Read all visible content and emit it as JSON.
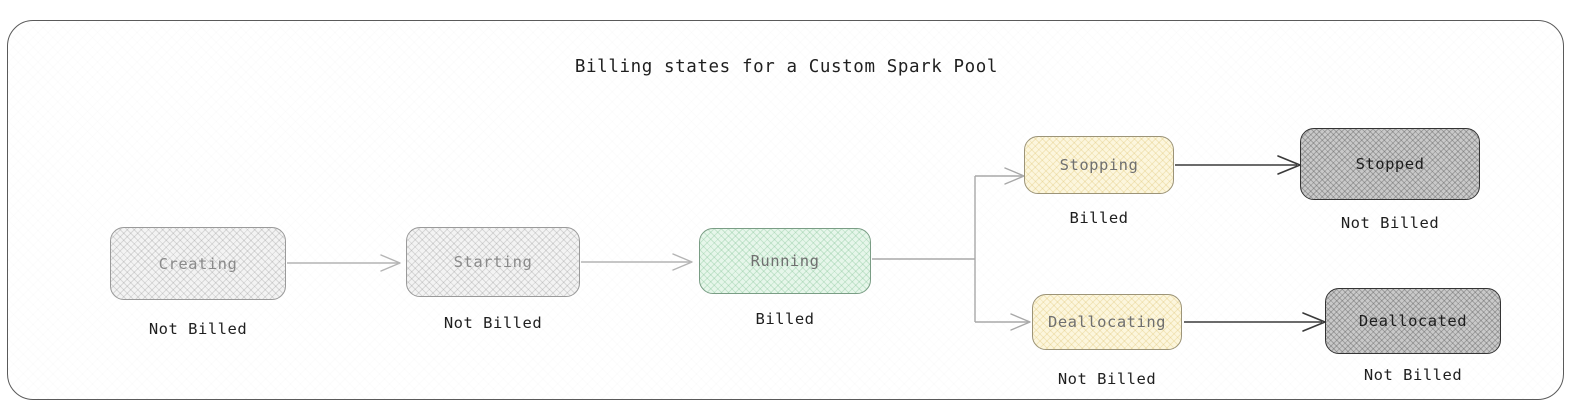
{
  "diagram": {
    "title": "Billing states for a Custom Spark Pool",
    "frame": {
      "border_color": "#5a5a5a",
      "background": "#ffffff"
    },
    "nodes": [
      {
        "id": "creating",
        "label": "Creating",
        "style": "grey",
        "caption": "Not Billed",
        "fill": "#f3f3f3",
        "border": "#9a9a9a",
        "text": "#8a8a8a"
      },
      {
        "id": "starting",
        "label": "Starting",
        "style": "grey",
        "caption": "Not Billed",
        "fill": "#f3f3f3",
        "border": "#9a9a9a",
        "text": "#8a8a8a"
      },
      {
        "id": "running",
        "label": "Running",
        "style": "green",
        "caption": "Billed",
        "fill": "#e6f6ea",
        "border": "#7a9d85",
        "text": "#6f6f6f"
      },
      {
        "id": "stopping",
        "label": "Stopping",
        "style": "yellow",
        "caption": "Billed",
        "fill": "#fcf6dd",
        "border": "#9c9478",
        "text": "#6f6f6f"
      },
      {
        "id": "stopped",
        "label": "Stopped",
        "style": "dark",
        "caption": "Not Billed",
        "fill": "#c9c9c9",
        "border": "#343434",
        "text": "#1d1d1d"
      },
      {
        "id": "deallocating",
        "label": "Deallocating",
        "style": "yellow",
        "caption": "Not Billed",
        "fill": "#fcf6dd",
        "border": "#9c9478",
        "text": "#6f6f6f"
      },
      {
        "id": "deallocated",
        "label": "Deallocated",
        "style": "dark",
        "caption": "Not Billed",
        "fill": "#c9c9c9",
        "border": "#343434",
        "text": "#1d1d1d"
      }
    ],
    "edges": [
      {
        "from": "creating",
        "to": "starting",
        "color": "#b4b4b4"
      },
      {
        "from": "starting",
        "to": "running",
        "color": "#b4b4b4"
      },
      {
        "from": "running",
        "to": "stopping",
        "color": "#a8a8a8"
      },
      {
        "from": "running",
        "to": "deallocating",
        "color": "#a8a8a8"
      },
      {
        "from": "stopping",
        "to": "stopped",
        "color": "#3a3a3a"
      },
      {
        "from": "deallocating",
        "to": "deallocated",
        "color": "#3a3a3a"
      }
    ]
  }
}
